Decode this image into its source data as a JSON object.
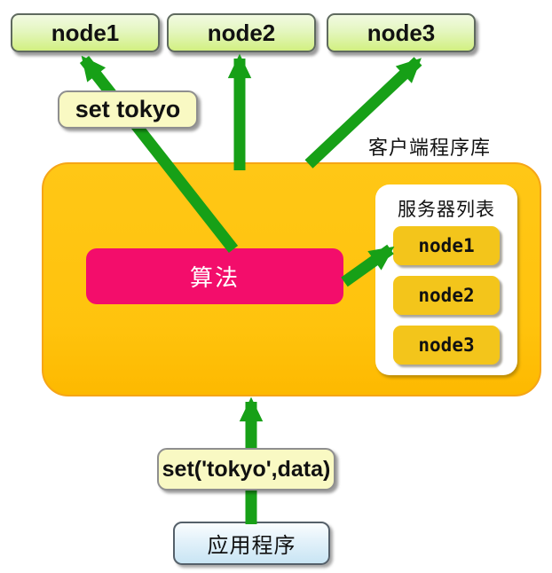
{
  "diagram": {
    "client_library_label": "客户端程序库",
    "top_nodes": [
      {
        "label": "node1"
      },
      {
        "label": "node2"
      },
      {
        "label": "node3"
      }
    ],
    "set_tokyo_label": "set tokyo",
    "algorithm_label": "算法",
    "server_list": {
      "title": "服务器列表",
      "items": [
        {
          "label": "node1"
        },
        {
          "label": "node2"
        },
        {
          "label": "node3"
        }
      ]
    },
    "set_call_label": "set('tokyo',data)",
    "application_label": "应用程序",
    "colors": {
      "arrow_green": "#17a017",
      "client_box_orange": "#ffc30d",
      "algorithm_pink": "#f30d6b",
      "server_item_gold": "#f3c51b",
      "call_label_yellow": "#f9f9c3",
      "node_green_top": "#f2fae2",
      "node_green_bottom": "#d2f081",
      "application_blue": "#c9e5f4"
    }
  }
}
